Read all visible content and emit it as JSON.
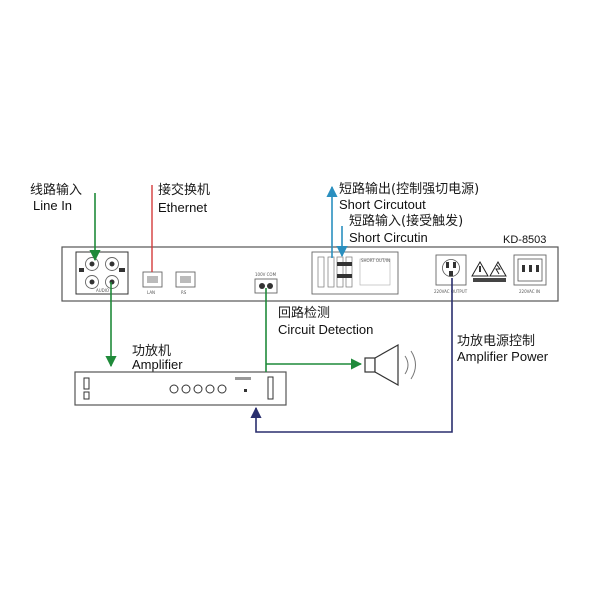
{
  "labels": {
    "line_in": {
      "zh": "线路输入",
      "en": "Line In"
    },
    "ethernet": {
      "zh": "接交换机",
      "en": "Ethernet"
    },
    "short_circuit_out": {
      "zh": "短路输出(控制强切电源)",
      "en": "Short Circutout"
    },
    "short_circuit_in": {
      "zh": "短路输入(接受触发)",
      "en": "Short Circutin"
    },
    "model": "KD-8503",
    "circuit_detection": {
      "zh": "回路检测",
      "en": "Circuit Detection"
    },
    "amplifier": {
      "zh": "功放机",
      "en": "Amplifier"
    },
    "amplifier_power": {
      "zh": "功放电源控制",
      "en": "Amplifier Power"
    }
  },
  "panel_marks": {
    "audio": "AUDIO",
    "lan": "LAN",
    "rs": "RS",
    "com": "100V COM",
    "short_panel": "SHORT OUT/IN",
    "power_out": "220VAC OUTPUT",
    "power_in": "220VAC IN"
  },
  "colors": {
    "line_in": "#1f8a3a",
    "ethernet": "#d43a3a",
    "short_circuit": "#2a8fbf",
    "amplifier_power": "#2a2f6e",
    "panel_stroke": "#555555"
  },
  "icons": {
    "speaker": "speaker-icon",
    "warning": "warning-triangle-icon",
    "socket": "power-socket-icon"
  }
}
